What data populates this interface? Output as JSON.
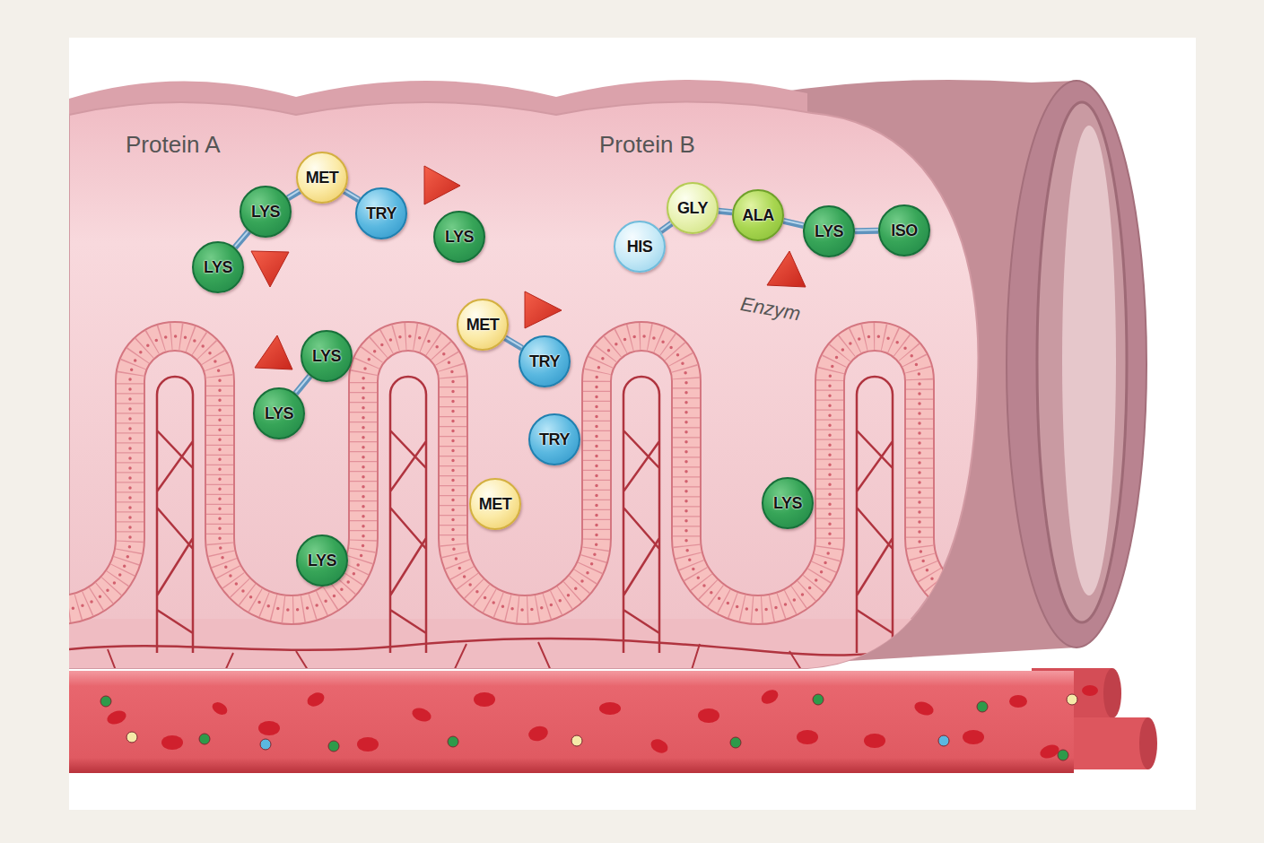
{
  "diagram": {
    "nodes": [
      {
        "text": [
          "LYS"
        ]
      },
      {
        "text": [
          "LYS"
        ]
      },
      {
        "text": [
          "MET"
        ]
      },
      {
        "text": [
          "TRY"
        ]
      },
      {
        "text": [
          "LYS"
        ]
      },
      {
        "text": [
          "HIS"
        ]
      },
      {
        "text": [
          "GLY"
        ]
      },
      {
        "text": [
          "ALA"
        ]
      },
      {
        "text": [
          "LYS"
        ]
      },
      {
        "text": [
          "ISO"
        ]
      },
      {
        "text": [
          "LYS"
        ]
      },
      {
        "text": [
          "LYS"
        ]
      },
      {
        "text": [
          "MET"
        ]
      },
      {
        "text": [
          "TRY"
        ]
      },
      {
        "text": [
          "TRY"
        ]
      },
      {
        "text": [
          "MET"
        ]
      },
      {
        "text": [
          "LYS"
        ]
      },
      {
        "text": [
          "LYS"
        ]
      }
    ],
    "edges": [
      {
        "from": 0,
        "to": 1,
        "arrow": "none"
      },
      {
        "from": 1,
        "to": 2,
        "arrow": "none"
      },
      {
        "from": 2,
        "to": 3,
        "arrow": "none"
      },
      {
        "from": 5,
        "to": 6,
        "arrow": "none"
      },
      {
        "from": 6,
        "to": 7,
        "arrow": "none"
      },
      {
        "from": 7,
        "to": 8,
        "arrow": "none"
      },
      {
        "from": 8,
        "to": 9,
        "arrow": "none"
      },
      {
        "from": 10,
        "to": 11,
        "arrow": "none"
      },
      {
        "from": 12,
        "to": 13,
        "arrow": "none"
      }
    ],
    "labels": [
      "Protein A",
      "Protein B",
      "Enzym"
    ]
  }
}
